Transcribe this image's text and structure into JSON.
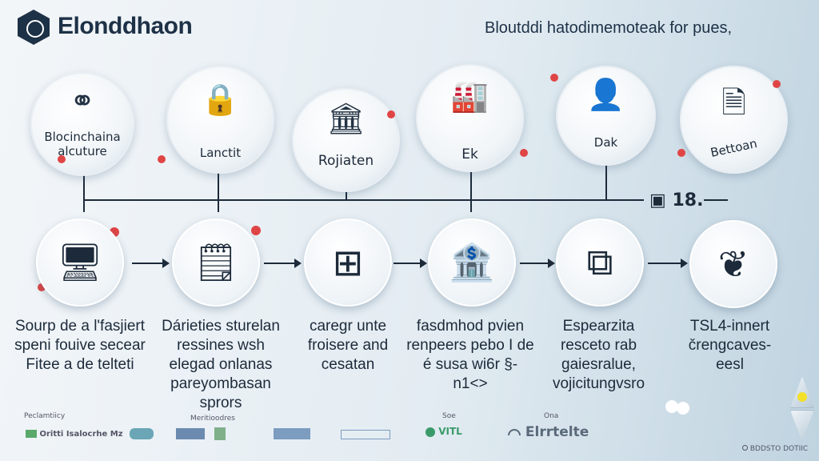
{
  "header": {
    "brand": "Elonddhaon",
    "tagline": "Bloutddi hatodimemoteak for pues,"
  },
  "top_nodes": [
    {
      "label": "Blocinchaina alcuture",
      "icon": "link-icon"
    },
    {
      "label": "Lanctit",
      "icon": "lock-icon"
    },
    {
      "label": "Rojiaten",
      "icon": "building-icon"
    },
    {
      "label": "Ek",
      "icon": "factory-icon"
    },
    {
      "label": "Dak",
      "icon": "person-icon"
    },
    {
      "label": "Bettoan",
      "icon": "documents-icon"
    }
  ],
  "counter": "18.",
  "steps": [
    {
      "icon": "computer-icon",
      "text": "Sourp de a l'fasjiert speni fouive secear Fitee a de telteti"
    },
    {
      "icon": "document-icon",
      "text": "Dárieties sturelan ressines wsh elegad onlanas pareyombasan sprors"
    },
    {
      "icon": "plus-icon",
      "text": "caregr unte froisere and cesatan"
    },
    {
      "icon": "bank-icon",
      "text": "fasdmhod pvien renpeers pebo I de é susa wi6r §-n1<>"
    },
    {
      "icon": "cubes-icon",
      "text": "Espearzita resceto rab gaiesralue, vojicitungvsro"
    },
    {
      "icon": "plant-icon",
      "text": "TSL4-innert črengcaves-eesl"
    }
  ],
  "footer": {
    "label_left": "Peclamtiicy",
    "label_mid": "Meritioodres",
    "label_see": "Soe",
    "label_ona": "Ona",
    "partners": [
      "Oritti Isalocrhe Mz",
      "Elrrtelte",
      "VITL",
      "BDDSTO DOTIIC"
    ]
  }
}
